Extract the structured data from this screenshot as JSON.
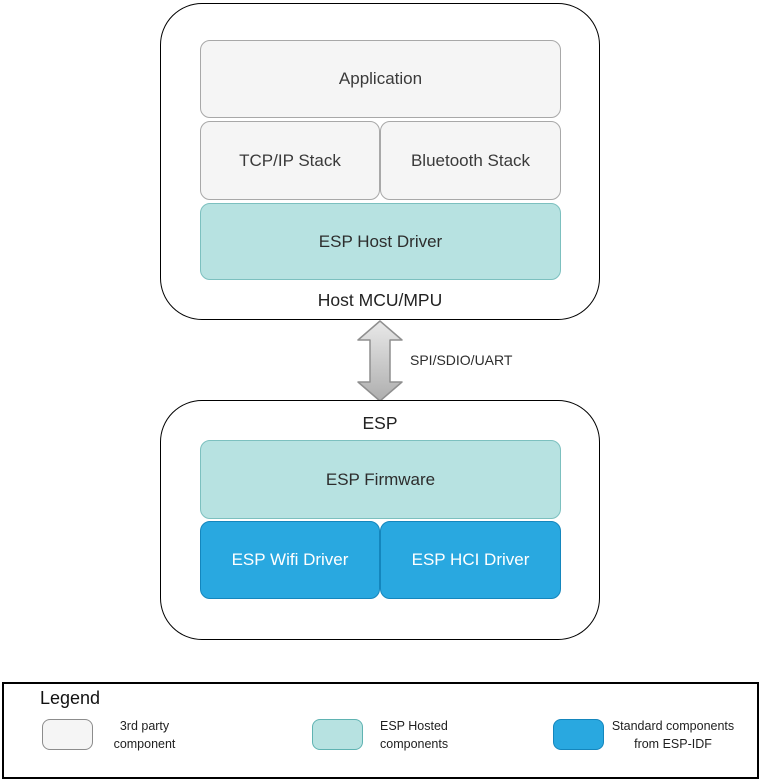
{
  "host_section": {
    "label": "Host MCU/MPU",
    "blocks": {
      "application": "Application",
      "tcpip_stack": "TCP/IP Stack",
      "bluetooth_stack": "Bluetooth Stack",
      "esp_host_driver": "ESP Host Driver"
    }
  },
  "connection": {
    "label": "SPI/SDIO/UART"
  },
  "esp_section": {
    "label": "ESP",
    "blocks": {
      "esp_firmware": "ESP Firmware",
      "esp_wifi_driver": "ESP Wifi Driver",
      "esp_hci_driver": "ESP HCI Driver"
    }
  },
  "legend": {
    "title": "Legend",
    "items": [
      {
        "label": "3rd party\ncomponent",
        "color": "#f5f5f5"
      },
      {
        "label": "ESP Hosted\ncomponents",
        "color": "#b7e2e1"
      },
      {
        "label": "Standard components\nfrom ESP-IDF",
        "color": "#29a8e0"
      }
    ]
  },
  "colors": {
    "third_party_fill": "#f5f5f5",
    "esp_hosted_fill": "#b7e2e1",
    "esp_idf_fill": "#29a8e0",
    "container_border": "#000000",
    "dark_text": "#3a3a3a",
    "arrow_fill": "#c4c4c4"
  }
}
